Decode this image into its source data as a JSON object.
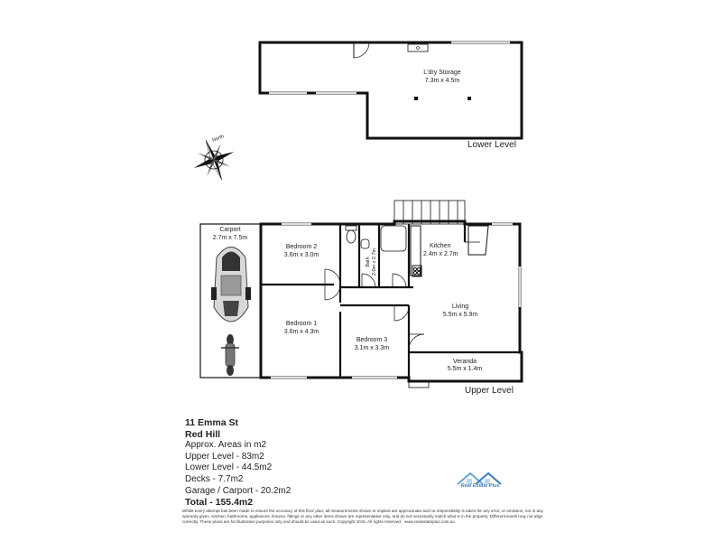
{
  "lower_level": {
    "label": "Lower Level",
    "rooms": [
      {
        "id": "ldry",
        "name": "L'dry Storage",
        "size": "7.3m x 4.5m"
      }
    ]
  },
  "upper_level": {
    "label": "Upper Level",
    "rooms": {
      "carport": {
        "name": "Carport",
        "size": "2.7m x 7.5m"
      },
      "bedroom2": {
        "name": "Bedroom 2",
        "size": "3.6m x 3.0m"
      },
      "bedroom1": {
        "name": "Bedroom 1",
        "size": "3.6m x 4.3m"
      },
      "bedroom3": {
        "name": "Bedroom 3",
        "size": "3.1m x 3.3m"
      },
      "bath": {
        "name": "Bath",
        "size": "2.0m x 2.7m"
      },
      "kitchen": {
        "name": "Kitchen",
        "size": "2.4m x 2.7m"
      },
      "living": {
        "name": "Living",
        "size": "5.5m x 5.9m"
      },
      "veranda": {
        "name": "Veranda",
        "size": "5.5m x 1.4m"
      }
    }
  },
  "compass": {
    "label": "North",
    "icon": "compass-rose-icon"
  },
  "property": {
    "street": "11 Emma St",
    "suburb": "Red Hill",
    "areas_note": "Approx. Areas in m2",
    "upper": "Upper Level - 83m2",
    "lower": "Lower Level - 44.5m2",
    "decks": "Decks - 7.7m2",
    "garage": "Garage / Carport - 20.2m2",
    "total": "Total - 155.4m2"
  },
  "logo": {
    "text": "Real Estate Plus",
    "icon": "house-roof-logo-icon",
    "color": "#3a7dbb"
  },
  "disclaimer": "Whilst every attempt has been made to ensure the accuracy of this floor plan, all measurements shown or implied are approximate and no responsibility is taken for any error, or omission, nor is any warranty given. Kitchen, bathrooms, appliances, fixtures, fittings or any other items shown are representative only, and do not necessarily match what is in the property. Different levels may not align correctly. These plans are for illustrative purposes only and should be used as such. Copyright 2015. All rights reserved - www.realestateplus.com.au"
}
